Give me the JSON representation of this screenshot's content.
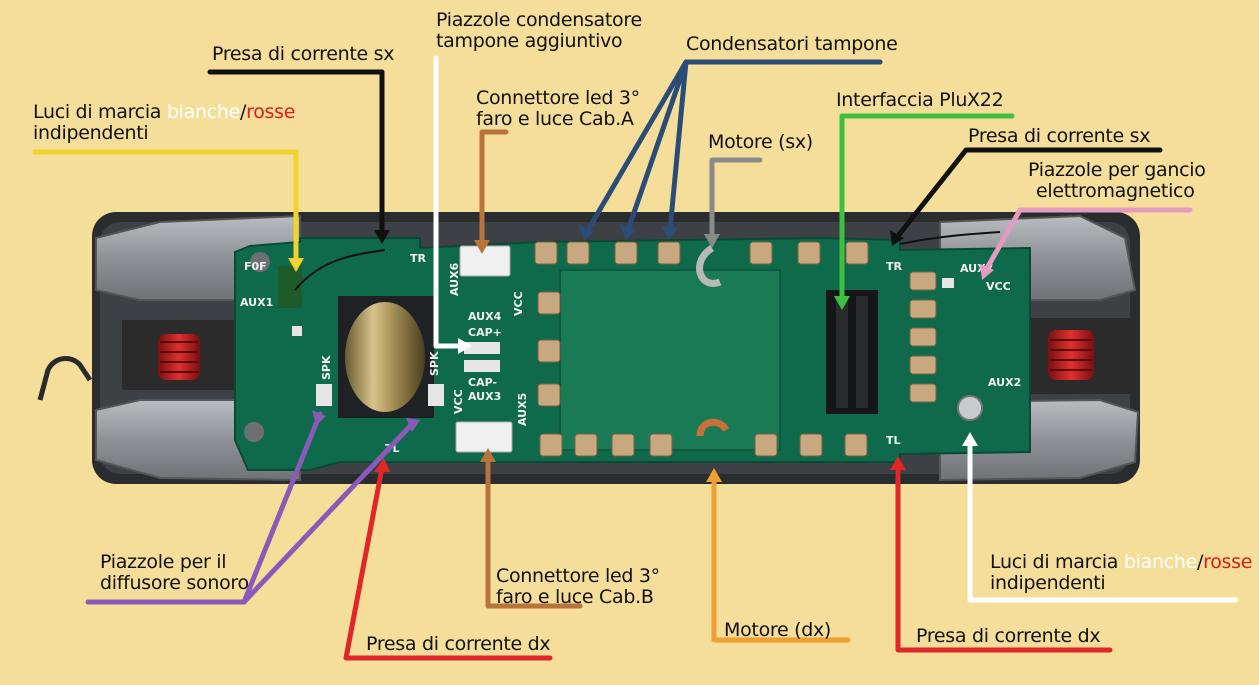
{
  "labels": {
    "luci_sx_line1_a": "Luci di marcia ",
    "luci_sx_line1_b": "bianche",
    "luci_sx_line1_c": "/",
    "luci_sx_line1_d": "rosse",
    "luci_sx_line2": "indipendenti",
    "presa_sx_top": "Presa di corrente sx",
    "piazzole_cond_1": "Piazzole condensatore",
    "piazzole_cond_2": "tampone aggiuntivo",
    "connettore_a_1": "Connettore led 3°",
    "connettore_a_2": "faro e luce Cab.A",
    "condensatori": "Condensatori tampone",
    "motore_sx": "Motore (sx)",
    "interfaccia": "Interfaccia PluX22",
    "presa_sx_right": "Presa di corrente sx",
    "gancio_1": "Piazzole per gancio",
    "gancio_2": "elettromagnetico",
    "diffusore_1": "Piazzole per il",
    "diffusore_2": "diffusore sonoro",
    "connettore_b_1": "Connettore led 3°",
    "connettore_b_2": "faro e luce Cab.B",
    "presa_dx_left": "Presa di corrente dx",
    "motore_dx": "Motore (dx)",
    "presa_dx_right": "Presa di corrente dx",
    "luci_dx_line1_a": "Luci di marcia ",
    "luci_dx_line1_b": "bianche",
    "luci_dx_line1_c": "/",
    "luci_dx_line1_d": "rosse",
    "luci_dx_line2": "indipendenti"
  },
  "pcb_silkscreen": {
    "f0f": "F0F",
    "aux1": "AUX1",
    "aux6": "AUX6",
    "aux4": "AUX4",
    "cap_plus": "CAP+",
    "cap_minus": "CAP-",
    "aux3": "AUX3",
    "vcc_1": "VCC",
    "aux5": "AUX5",
    "spk_1": "SPK",
    "spk_2": "SPK",
    "vcc_2": "VCC",
    "vcc_3": "VCC",
    "tr_1": "TR",
    "tr_2": "TR",
    "tl_1": "TL",
    "tl_2": "TL",
    "aux2": "AUX2",
    "aux7": "AUX7"
  },
  "colors": {
    "background": "#f5dd9a",
    "pcb": "#0f6a4c",
    "arrow_yellow": "#f2d22e",
    "arrow_black": "#111111",
    "arrow_white": "#ffffff",
    "arrow_brown": "#b8743a",
    "arrow_blue": "#2c4c78",
    "arrow_grey": "#8a8a8a",
    "arrow_green": "#3fbf3f",
    "arrow_pink": "#e59ac0",
    "arrow_purple": "#8a5ab8",
    "arrow_red": "#e02626",
    "arrow_orange": "#f0a030"
  }
}
